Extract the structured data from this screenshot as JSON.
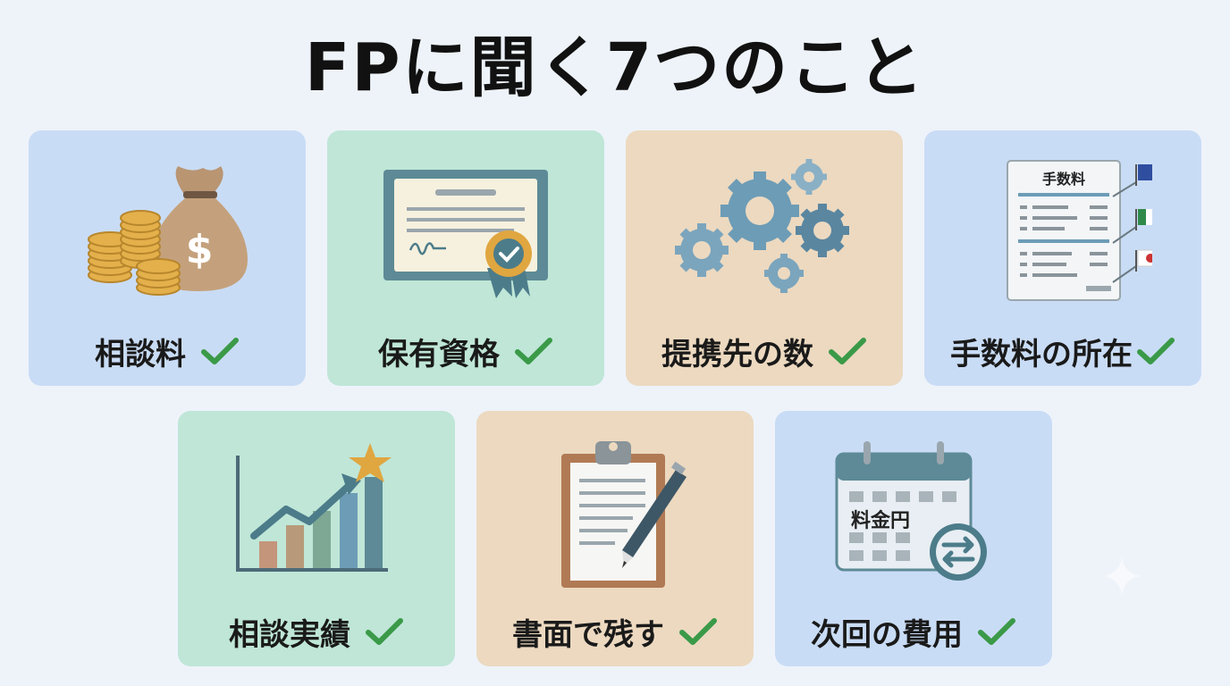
{
  "title": "FPに聞く7つのこと",
  "cards": [
    {
      "label": "相談料",
      "icon": "money-bag-icon"
    },
    {
      "label": "保有資格",
      "icon": "certificate-icon"
    },
    {
      "label": "提携先の数",
      "icon": "gears-icon"
    },
    {
      "label": "手数料の所在",
      "icon": "fee-document-icon",
      "doc_title": "手数料"
    },
    {
      "label": "相談実績",
      "icon": "growth-chart-icon"
    },
    {
      "label": "書面で残す",
      "icon": "clipboard-pen-icon"
    },
    {
      "label": "次回の費用",
      "icon": "calendar-exchange-icon",
      "calendar_text": "料金円"
    }
  ],
  "colors": {
    "blue": "#c9dcf5",
    "green": "#bfe6d7",
    "tan": "#ecd9c0",
    "check": "#3a9a48"
  }
}
